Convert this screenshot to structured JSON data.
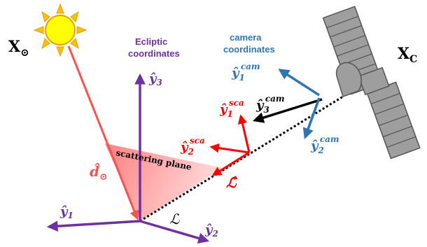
{
  "colors": {
    "purple": "#7030a0",
    "blue": "#2e75b6",
    "red": "#ff0000",
    "salmon": "#ff5050",
    "black": "#000000",
    "sun_fill": "#ffff00",
    "sun_ray": "#ffc000",
    "sun_stroke": "#e5a000",
    "spacecraft_fill": "#9e9e9e",
    "spacecraft_stroke": "#555555"
  },
  "icons": {
    "sun": "sun-icon",
    "spacecraft": "satellite-icon"
  },
  "labels": {
    "sun_position": "X",
    "sun_position_sub": "⊙",
    "camera_position": "X",
    "camera_position_sub": "C",
    "ecliptic_title_line1": "Ecliptic",
    "ecliptic_title_line2": "coordinates",
    "camera_title_line1": "camera",
    "camera_title_line2": "coordinates",
    "ecliptic_y1": "ŷ",
    "ecliptic_y1_sub": "1",
    "ecliptic_y2": "ŷ",
    "ecliptic_y2_sub": "2",
    "ecliptic_y3": "ŷ",
    "ecliptic_y3_sub": "3",
    "cam_y1": "ŷ",
    "cam_y1_sub": "1",
    "cam_y1_sup": "cam",
    "cam_y2": "ŷ",
    "cam_y2_sub": "2",
    "cam_y2_sup": "cam",
    "cam_y3": "ŷ",
    "cam_y3_sub": "3",
    "cam_y3_sup": "cam",
    "sca_y1": "ŷ",
    "sca_y1_sub": "1",
    "sca_y1_sup": "sca",
    "sca_y2": "ŷ",
    "sca_y2_sub": "2",
    "sca_y2_sup": "sca",
    "sun_direction": "d̂",
    "sun_direction_sub": "⊙",
    "los_unit": "ℒ̂",
    "los": "ℒ",
    "scattering_plane": "scattering plane"
  }
}
